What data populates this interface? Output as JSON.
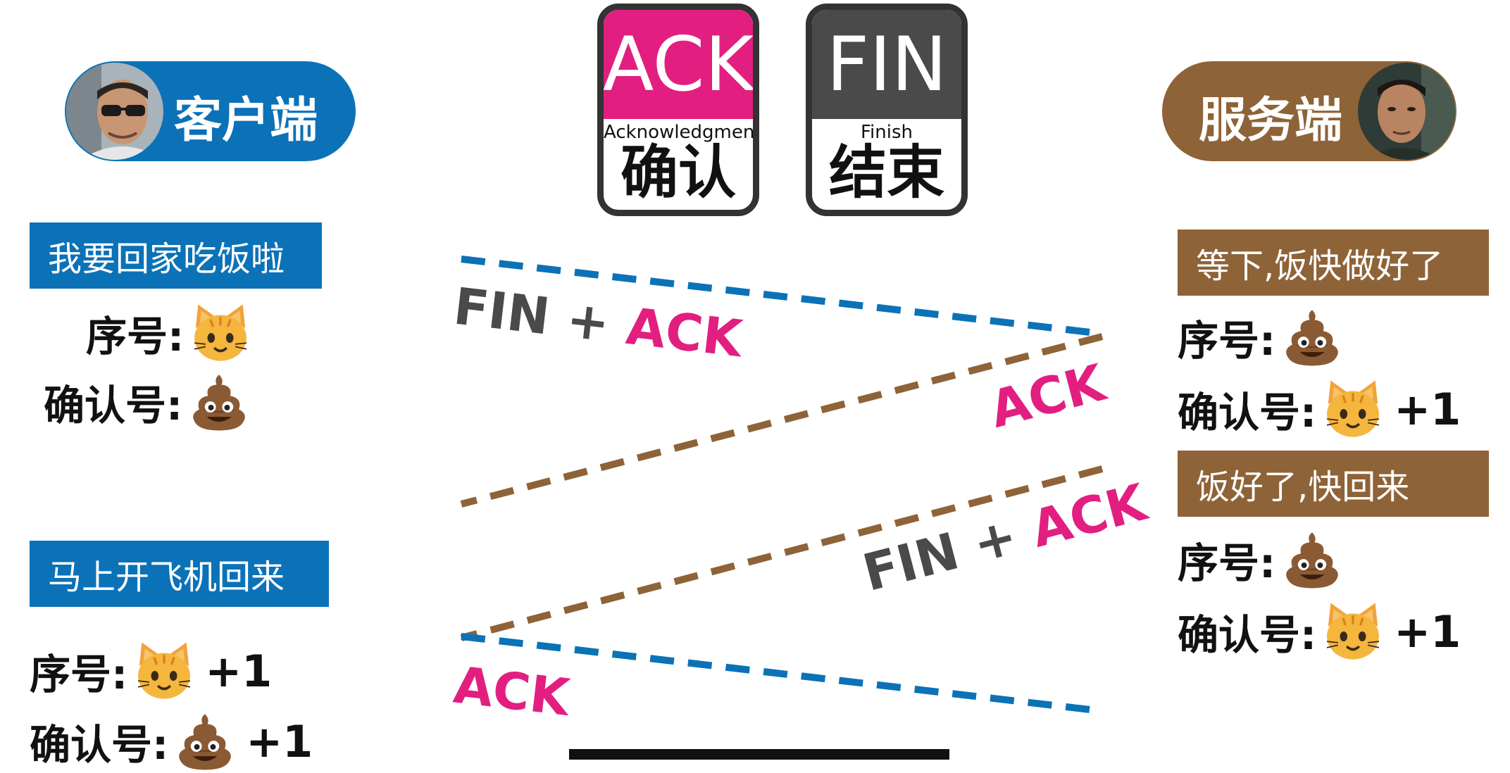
{
  "client": {
    "label": "客户端"
  },
  "server": {
    "label": "服务端"
  },
  "flags": [
    {
      "code": "ACK",
      "name": "Acknowledgment",
      "cn": "确认",
      "color": "#e21f80"
    },
    {
      "code": "FIN",
      "name": "Finish",
      "cn": "结束",
      "color": "#4a4a4a"
    }
  ],
  "client_messages": [
    {
      "text": "我要回家吃饭啦",
      "seq_label": "序号:",
      "seq": "cat",
      "ack_label": "确认号:",
      "ack": "poop"
    },
    {
      "text": "马上开飞机回来",
      "seq_label": "序号:",
      "seq": "cat",
      "seq_plus": "+1",
      "ack_label": "确认号:",
      "ack": "poop",
      "ack_plus": "+1"
    }
  ],
  "server_messages": [
    {
      "text": "等下,饭快做好了",
      "seq_label": "序号:",
      "seq": "poop",
      "ack_label": "确认号:",
      "ack": "cat",
      "ack_plus": "+1"
    },
    {
      "text": "饭好了,快回来",
      "seq_label": "序号:",
      "seq": "poop",
      "ack_label": "确认号:",
      "ack": "cat",
      "ack_plus": "+1"
    }
  ],
  "arrows": [
    {
      "label_parts": [
        "FIN",
        " + ",
        "ACK"
      ],
      "color": "#0b72b8",
      "direction": "client-to-server"
    },
    {
      "label_parts": [
        "ACK"
      ],
      "color": "#8e6338",
      "direction": "server-to-client"
    },
    {
      "label_parts": [
        "FIN",
        " + ",
        "ACK"
      ],
      "color": "#8e6338",
      "direction": "server-to-client"
    },
    {
      "label_parts": [
        "ACK"
      ],
      "color": "#0b72b8",
      "direction": "client-to-server"
    }
  ],
  "colors": {
    "blue": "#0b72b8",
    "brown": "#8e6338",
    "pink": "#e21f80",
    "gray": "#4a4a4a"
  }
}
